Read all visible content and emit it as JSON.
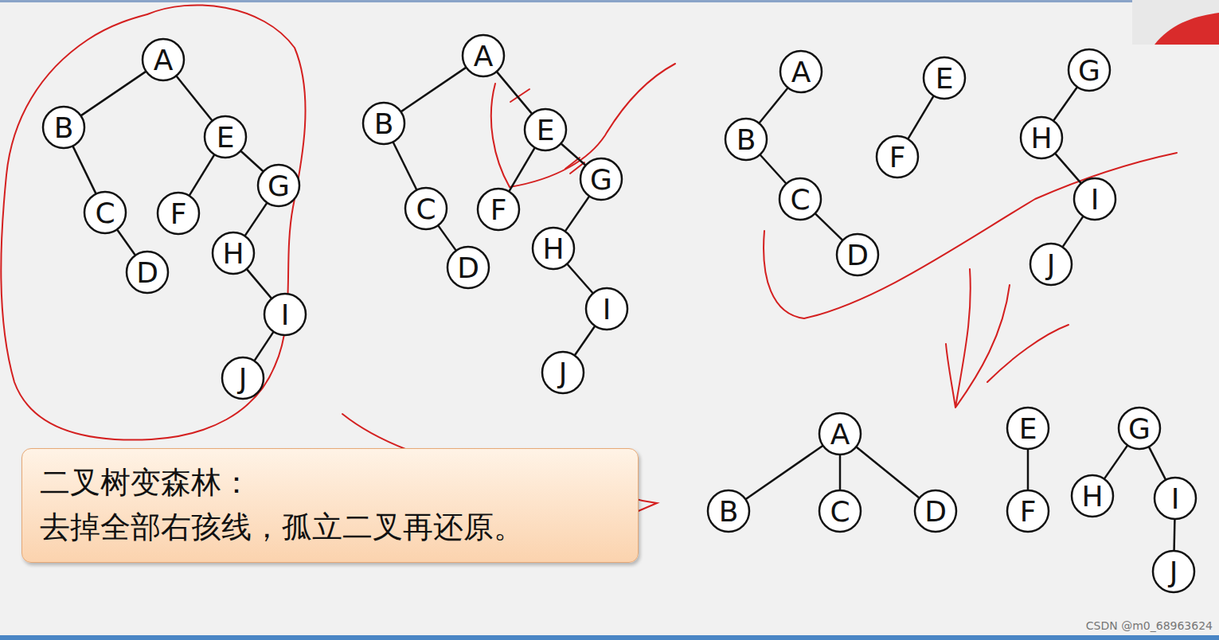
{
  "diagram": {
    "nodes": [
      {
        "text": [
          "A"
        ]
      },
      {
        "text": [
          "B"
        ]
      },
      {
        "text": [
          "E"
        ]
      },
      {
        "text": [
          "C"
        ]
      },
      {
        "text": [
          "F"
        ]
      },
      {
        "text": [
          "G"
        ]
      },
      {
        "text": [
          "D"
        ]
      },
      {
        "text": [
          "H"
        ]
      },
      {
        "text": [
          "I"
        ]
      },
      {
        "text": [
          "J"
        ]
      },
      {
        "text": [
          "A"
        ]
      },
      {
        "text": [
          "B"
        ]
      },
      {
        "text": [
          "E"
        ]
      },
      {
        "text": [
          "C"
        ]
      },
      {
        "text": [
          "F"
        ]
      },
      {
        "text": [
          "G"
        ]
      },
      {
        "text": [
          "D"
        ]
      },
      {
        "text": [
          "H"
        ]
      },
      {
        "text": [
          "I"
        ]
      },
      {
        "text": [
          "J"
        ]
      },
      {
        "text": [
          "A"
        ]
      },
      {
        "text": [
          "E"
        ]
      },
      {
        "text": [
          "G"
        ]
      },
      {
        "text": [
          "B"
        ]
      },
      {
        "text": [
          "F"
        ]
      },
      {
        "text": [
          "H"
        ]
      },
      {
        "text": [
          "C"
        ]
      },
      {
        "text": [
          "I"
        ]
      },
      {
        "text": [
          "D"
        ]
      },
      {
        "text": [
          "J"
        ]
      },
      {
        "text": [
          "A"
        ]
      },
      {
        "text": [
          "E"
        ]
      },
      {
        "text": [
          "G"
        ]
      },
      {
        "text": [
          "B"
        ]
      },
      {
        "text": [
          "C"
        ]
      },
      {
        "text": [
          "D"
        ]
      },
      {
        "text": [
          "F"
        ]
      },
      {
        "text": [
          "H"
        ]
      },
      {
        "text": [
          "I"
        ]
      },
      {
        "text": [
          "J"
        ]
      },
      {
        "text": [
          "二叉树变森林：",
          "去掉全部右孩线，孤立二叉再还原。"
        ]
      }
    ],
    "edges": [
      {
        "from": 0,
        "to": 1,
        "arrow": "none"
      },
      {
        "from": 0,
        "to": 2,
        "arrow": "none"
      },
      {
        "from": 1,
        "to": 3,
        "arrow": "none"
      },
      {
        "from": 3,
        "to": 6,
        "arrow": "none"
      },
      {
        "from": 2,
        "to": 4,
        "arrow": "none"
      },
      {
        "from": 2,
        "to": 5,
        "arrow": "none"
      },
      {
        "from": 5,
        "to": 7,
        "arrow": "none"
      },
      {
        "from": 7,
        "to": 8,
        "arrow": "none"
      },
      {
        "from": 8,
        "to": 9,
        "arrow": "none"
      },
      {
        "from": 10,
        "to": 11,
        "arrow": "none"
      },
      {
        "from": 10,
        "to": 12,
        "arrow": "none"
      },
      {
        "from": 11,
        "to": 13,
        "arrow": "none"
      },
      {
        "from": 13,
        "to": 16,
        "arrow": "none"
      },
      {
        "from": 12,
        "to": 14,
        "arrow": "none"
      },
      {
        "from": 12,
        "to": 15,
        "arrow": "none"
      },
      {
        "from": 15,
        "to": 17,
        "arrow": "none"
      },
      {
        "from": 17,
        "to": 18,
        "arrow": "none"
      },
      {
        "from": 18,
        "to": 19,
        "arrow": "none"
      },
      {
        "from": 20,
        "to": 23,
        "arrow": "none"
      },
      {
        "from": 23,
        "to": 26,
        "arrow": "none"
      },
      {
        "from": 26,
        "to": 28,
        "arrow": "none"
      },
      {
        "from": 21,
        "to": 24,
        "arrow": "none"
      },
      {
        "from": 22,
        "to": 25,
        "arrow": "none"
      },
      {
        "from": 25,
        "to": 27,
        "arrow": "none"
      },
      {
        "from": 27,
        "to": 29,
        "arrow": "none"
      },
      {
        "from": 30,
        "to": 33,
        "arrow": "none"
      },
      {
        "from": 30,
        "to": 34,
        "arrow": "none"
      },
      {
        "from": 30,
        "to": 35,
        "arrow": "none"
      },
      {
        "from": 31,
        "to": 36,
        "arrow": "none"
      },
      {
        "from": 32,
        "to": 37,
        "arrow": "none"
      },
      {
        "from": 32,
        "to": 38,
        "arrow": "none"
      },
      {
        "from": 38,
        "to": 39,
        "arrow": "none"
      }
    ],
    "labels": [
      "CSDN @m0_68963624"
    ]
  }
}
